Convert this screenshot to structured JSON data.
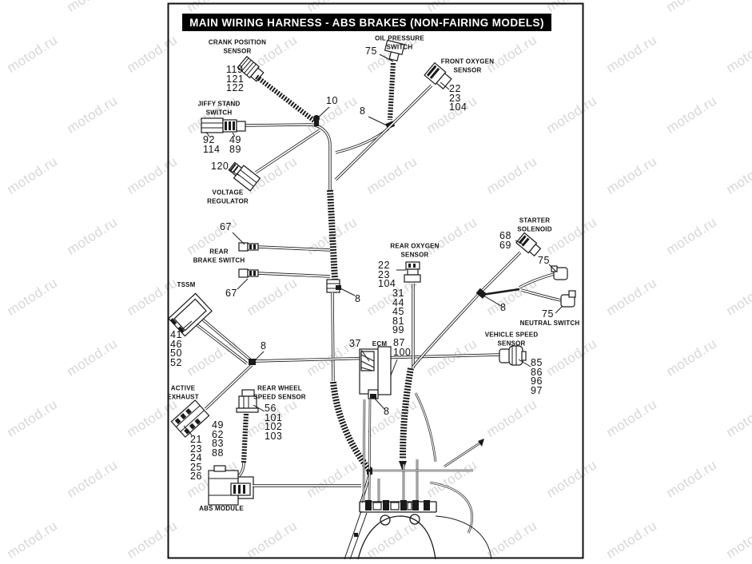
{
  "watermark": "motod.ru",
  "title": "MAIN WIRING HARNESS - ABS BRAKES (NON-FAIRING MODELS)",
  "components": {
    "crank_position_sensor": {
      "label": "CRANK POSITION\nSENSOR",
      "parts": [
        "119",
        "121",
        "122"
      ]
    },
    "oil_pressure_switch": {
      "label": "OIL PRESSURE\nSWITCH",
      "part": "75",
      "clip": "8"
    },
    "front_oxygen_sensor": {
      "label": "FRONT OXYGEN\nSENSOR",
      "parts": [
        "22",
        "23",
        "104"
      ]
    },
    "jiffy_stand_switch": {
      "label": "JIFFY STAND\nSWITCH",
      "parts_left": [
        "92",
        "114"
      ],
      "parts_right": [
        "49",
        "89"
      ]
    },
    "voltage_regulator": {
      "label": "VOLTAGE\nREGULATOR",
      "part": "120"
    },
    "harness_clip": {
      "part": "10"
    },
    "rear_brake_switch": {
      "label": "REAR\nBRAKE SWITCH",
      "part_upper": "67",
      "part_lower": "67"
    },
    "tssm": {
      "label": "TSSM",
      "parts": [
        "41",
        "46",
        "50",
        "52"
      ]
    },
    "harness_junction": {
      "clip": "8"
    },
    "active_exhaust": {
      "label": "ACTIVE\nEXHAUST",
      "parts": [
        "21",
        "23",
        "24",
        "25",
        "26"
      ]
    },
    "rear_wheel_speed_sensor": {
      "label": "REAR WHEEL\nSPEED SENSOR",
      "parts": [
        "56",
        "101",
        "102",
        "103"
      ]
    },
    "abs_module": {
      "label": "ABS MODULE",
      "parts": [
        "49",
        "62",
        "83",
        "88"
      ]
    },
    "rear_oxygen_sensor": {
      "label": "REAR OXYGEN\nSENSOR",
      "parts": [
        "22",
        "23",
        "104"
      ],
      "parts_lower": [
        "31",
        "44",
        "45",
        "81",
        "99"
      ],
      "clip": "8"
    },
    "ecm": {
      "label": "ECM",
      "part": "37",
      "parts_right": [
        "87",
        "100"
      ],
      "clip": "8"
    },
    "starter_solenoid": {
      "label": "STARTER\nSOLENOID",
      "parts": [
        "68",
        "69"
      ],
      "clip": "8"
    },
    "neutral_switch": {
      "label": "NEUTRAL SWITCH",
      "part_upper": "75",
      "part_lower": "75"
    },
    "vehicle_speed_sensor": {
      "label": "VEHICLE SPEED\nSENSOR",
      "parts": [
        "85",
        "86",
        "96",
        "97"
      ]
    }
  }
}
